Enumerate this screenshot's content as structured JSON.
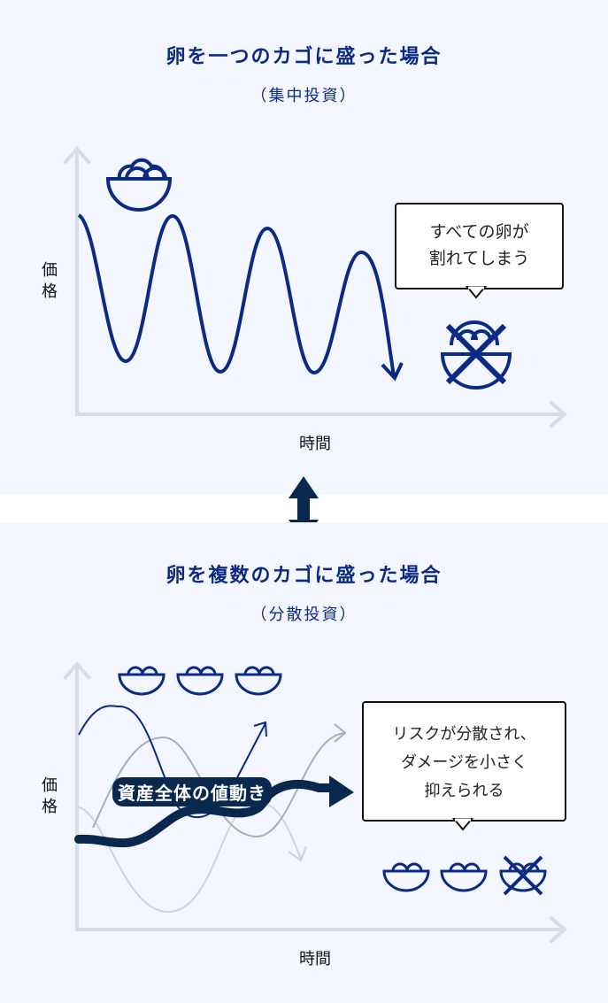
{
  "colors": {
    "panel_bg": "#f3f6fe",
    "navy": "#0b2a84",
    "dark_navy": "#08284d",
    "axis": "#d6dde6",
    "gray_line": "#a3b0bd",
    "light_line": "#ccd5de"
  },
  "top_panel": {
    "title": "卵を一つのカゴに盛った場合",
    "subtitle": "（集中投資）",
    "y_axis_label_line1": "価",
    "y_axis_label_line2": "格",
    "x_axis_label": "時間",
    "bubble": {
      "line1": "すべての卵が",
      "line2": "割れてしまう"
    },
    "icons": [
      "full-egg-basket-icon",
      "broken-basket-crossed-icon"
    ]
  },
  "divider": {
    "icon": "double-arrow-vertical-icon"
  },
  "bottom_panel": {
    "title": "卵を複数のカゴに盛った場合",
    "subtitle": "（分散投資）",
    "y_axis_label_line1": "価",
    "y_axis_label_line2": "格",
    "x_axis_label": "時間",
    "overall_label": "資産全体の値動き",
    "bubble": {
      "line1": "リスクが分散され、",
      "line2": "ダメージを小さく",
      "line3": "抑えられる"
    },
    "icons": [
      "basket-icon",
      "basket-icon",
      "basket-icon",
      "basket-icon",
      "basket-icon",
      "basket-crossed-icon"
    ]
  }
}
